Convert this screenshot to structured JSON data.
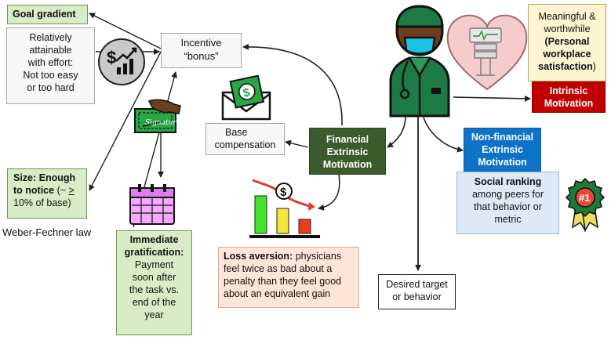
{
  "goal_gradient": {
    "title": "Goal gradient"
  },
  "attainable": {
    "lines": [
      "Relatively",
      "attainable",
      "with effort:",
      "Not too easy",
      "or too hard"
    ]
  },
  "incentive": {
    "line1": "Incentive",
    "line2": "“bonus”"
  },
  "size": {
    "bold1": "Size: Enough",
    "bold2": "to notice",
    "tail2": " (~ ",
    "ge": ">",
    "line3": "10% of base)"
  },
  "weber": {
    "text": "Weber-Fechner law"
  },
  "immediate": {
    "bold1": "Immediate",
    "bold2": "gratification:",
    "lines": [
      "Payment",
      "soon after",
      "the task vs.",
      "end of the",
      "year"
    ]
  },
  "base": {
    "line1": "Base",
    "line2": "compensation"
  },
  "financial": {
    "line1": "Financial",
    "line2": "Extrinsic",
    "line3": "Motivation"
  },
  "loss": {
    "bold": "Loss aversion:",
    "line1_rest": " physicians",
    "line2": "feel twice as bad about a",
    "line3": "penalty than they feel good",
    "line4": "about an equivalent gain"
  },
  "meaningful": {
    "line1": "Meaningful &",
    "line2": "worthwhile",
    "bold1": "(Personal",
    "bold2": "workplace",
    "bold3": "satisfaction",
    "tail": ")"
  },
  "intrinsic": {
    "line1": "Intrinsic",
    "line2": "Motivation"
  },
  "nonfinancial": {
    "line1": "Non-financial",
    "line2": "Extrinsic",
    "line3": "Motivation"
  },
  "social": {
    "bold": "Social ranking",
    "line2": "among peers for",
    "line3": "that behavior or",
    "line4": "metric"
  },
  "desired": {
    "line1": "Desired target",
    "line2": "or behavior"
  },
  "signature": {
    "text": "Signature"
  },
  "badge": {
    "text": "#1"
  },
  "colors": {
    "dark_green": "#3b5b2a",
    "blue": "#0d73c7",
    "red": "#c00000",
    "light_green": "#d9ecc8",
    "peach": "#fde6d8",
    "heart": "#f4cccc",
    "money": "#27a844"
  }
}
